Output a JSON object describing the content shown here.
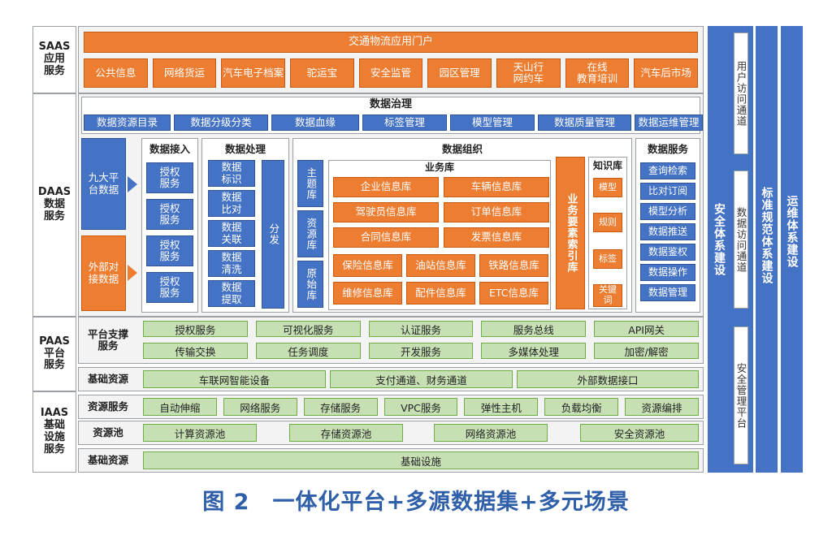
{
  "layers": {
    "saas": "SAAS\n应用\n服务",
    "daas": "DAAS\n数据\n服务",
    "paas": "PAAS\n平台\n服务",
    "iaas": "IAAS\n基础\n设施\n服务"
  },
  "saas": {
    "portal": "交通物流应用门户",
    "apps": [
      "公共信息",
      "网络货运",
      "汽车电子档案",
      "驼运宝",
      "安全监管",
      "园区管理",
      "天山行\n网约车",
      "在线\n教育培训",
      "汽车后市场"
    ]
  },
  "governance": {
    "title": "数据治理",
    "items": [
      "数据资源目录",
      "数据分级分类",
      "数据血缘",
      "标签管理",
      "模型管理",
      "数据质量管理",
      "数据运维管理"
    ]
  },
  "sources": {
    "a": "九大平\n台数据",
    "b": "外部对\n接数据"
  },
  "ingest": {
    "title": "数据接入",
    "items": [
      "授权\n服务",
      "授权\n服务",
      "授权\n服务",
      "授权\n服务"
    ]
  },
  "process": {
    "title": "数据处理",
    "items": [
      "数据\n标识",
      "数据\n比对",
      "数据\n关联",
      "数据\n清洗",
      "数据\n提取"
    ],
    "dispatch": "分发"
  },
  "organize": {
    "title": "数据组织",
    "libs": [
      "主题库",
      "资源库",
      "原始库"
    ],
    "business": {
      "title": "业务库",
      "items": [
        "企业信息库",
        "车辆信息库",
        "驾驶员信息库",
        "订单信息库",
        "合同信息库",
        "发票信息库",
        "保险信息库",
        "油站信息库",
        "铁路信息库",
        "维修信息库",
        "配件信息库",
        "ETC信息库"
      ]
    },
    "index": "业务要素索引库",
    "knowledge": {
      "title": "知识库",
      "items": [
        "模型",
        "规则",
        "标签",
        "关键\n词"
      ]
    }
  },
  "dataservice": {
    "title": "数据服务",
    "items": [
      "查询检索",
      "比对订阅",
      "模型分析",
      "数据推送",
      "数据鉴权",
      "数据操作",
      "数据管理"
    ]
  },
  "paas": {
    "support": "平台支撑\n服务",
    "row1": [
      "授权服务",
      "可视化服务",
      "认证服务",
      "服务总线",
      "API网关"
    ],
    "row2": [
      "传输交换",
      "任务调度",
      "开发服务",
      "多媒体处理",
      "加密/解密"
    ],
    "base": "基础资源",
    "baseItems": [
      "车联网智能设备",
      "支付通道、财务通道",
      "外部数据接口"
    ]
  },
  "iaas": {
    "res": "资源服务",
    "resItems": [
      "自动伸缩",
      "网络服务",
      "存储服务",
      "VPC服务",
      "弹性主机",
      "负载均衡",
      "资源编排"
    ],
    "pool": "资源池",
    "poolItems": [
      "计算资源池",
      "存储资源池",
      "网络资源池",
      "安全资源池"
    ],
    "base": "基础资源",
    "baseItem": "基础设施"
  },
  "right": {
    "security": "安全体系建设",
    "userAccess": "用户访问通道",
    "dataAccess": "数据访问通道",
    "secPlatform": "安全管理平台",
    "standard": "标准规范体系建设",
    "ops": "运维体系建设"
  },
  "caption": "图 2　一体化平台+多源数据集+多元场景"
}
